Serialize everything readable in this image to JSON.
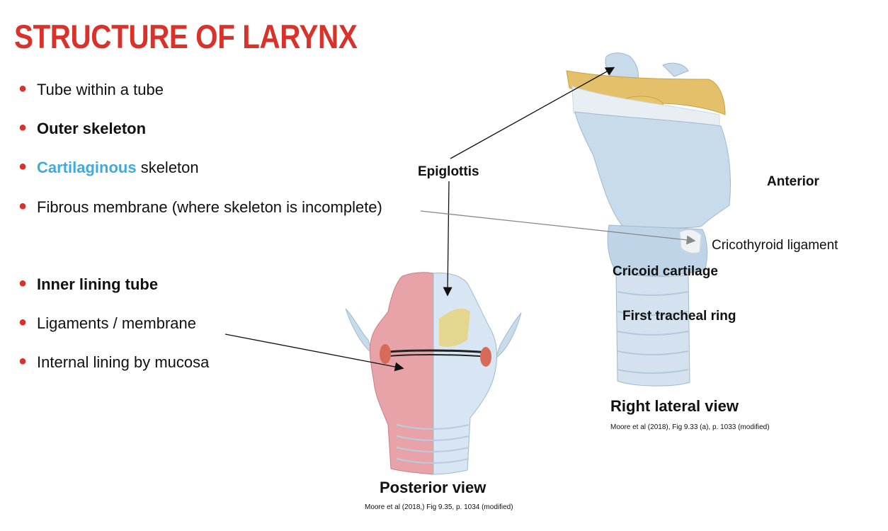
{
  "slide": {
    "title": "STRUCTURE OF LARYNX"
  },
  "bullets": [
    {
      "text": "Tube within a tube",
      "bold": false
    },
    {
      "text": "Outer skeleton",
      "bold": true
    },
    {
      "accent": "Cartilaginous",
      "rest": " skeleton"
    },
    {
      "text": "Fibrous membrane (where skeleton is incomplete)",
      "bold": false
    },
    {
      "text": "Inner lining tube",
      "bold": true
    },
    {
      "text": "Ligaments / membrane",
      "bold": false
    },
    {
      "text": "Internal lining by mucosa",
      "bold": false
    }
  ],
  "labels": {
    "epiglottis": "Epiglottis",
    "anterior": "Anterior",
    "cricothyroid": "Cricothyroid ligament",
    "cricoid": "Cricoid cartilage",
    "tracheal_ring": "First tracheal ring"
  },
  "figures": {
    "posterior": {
      "caption": "Posterior view",
      "citation": "Moore et al (2018,) Fig 9.35, p. 1034 (modified)"
    },
    "lateral": {
      "caption": "Right lateral view",
      "citation": "Moore et al (2018), Fig 9.33 (a), p. 1033 (modified)"
    }
  },
  "colors": {
    "title": "#d8322a",
    "bullet": "#d8322a",
    "accent": "#3fa9e0",
    "cartilage": "#c7dbea",
    "mucosa": "#e8a3a8",
    "bone": "#e3c069"
  }
}
